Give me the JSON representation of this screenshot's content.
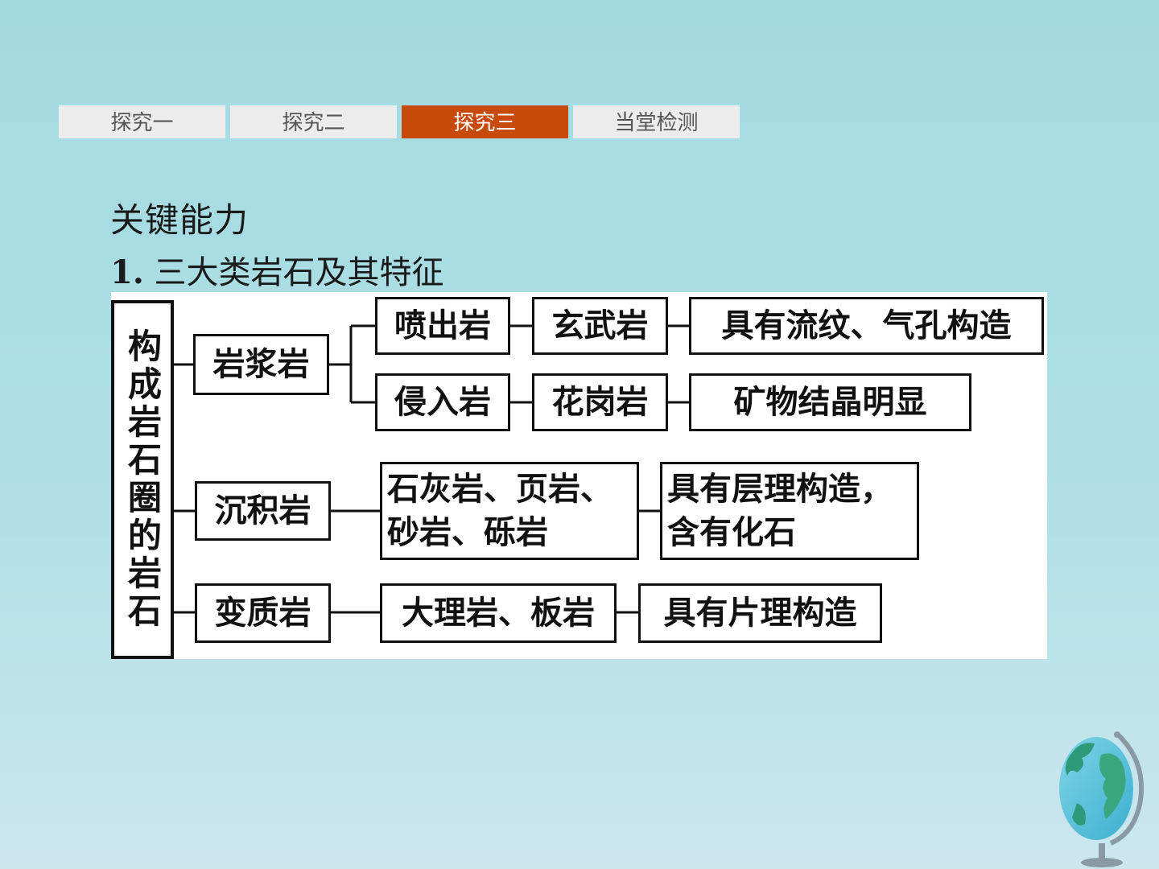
{
  "tabs": [
    {
      "label": "探究一",
      "active": false
    },
    {
      "label": "探究二",
      "active": false
    },
    {
      "label": "探究三",
      "active": true
    },
    {
      "label": "当堂检测",
      "active": false
    }
  ],
  "section_title": "关键能力",
  "subtitle": {
    "number": "1",
    "separator": ".",
    "text": "三大类岩石及其特征"
  },
  "diagram": {
    "root": "构成岩石圈的岩石",
    "magmatic": {
      "label": "岩浆岩",
      "extrusive": {
        "label": "喷出岩",
        "example": "玄武岩",
        "feature": "具有流纹、气孔构造"
      },
      "intrusive": {
        "label": "侵入岩",
        "example": "花岗岩",
        "feature": "矿物结晶明显"
      }
    },
    "sedimentary": {
      "label": "沉积岩",
      "examples": "石灰岩、页岩、砂岩、砾岩",
      "feature": "具有层理构造，含有化石"
    },
    "metamorphic": {
      "label": "变质岩",
      "examples": "大理岩、板岩",
      "feature": "具有片理构造"
    }
  },
  "colors": {
    "active_tab": "#c74a0b",
    "inactive_tab": "#ececec",
    "background": "#a2dae1"
  },
  "icons": {
    "corner": "globe-icon"
  }
}
